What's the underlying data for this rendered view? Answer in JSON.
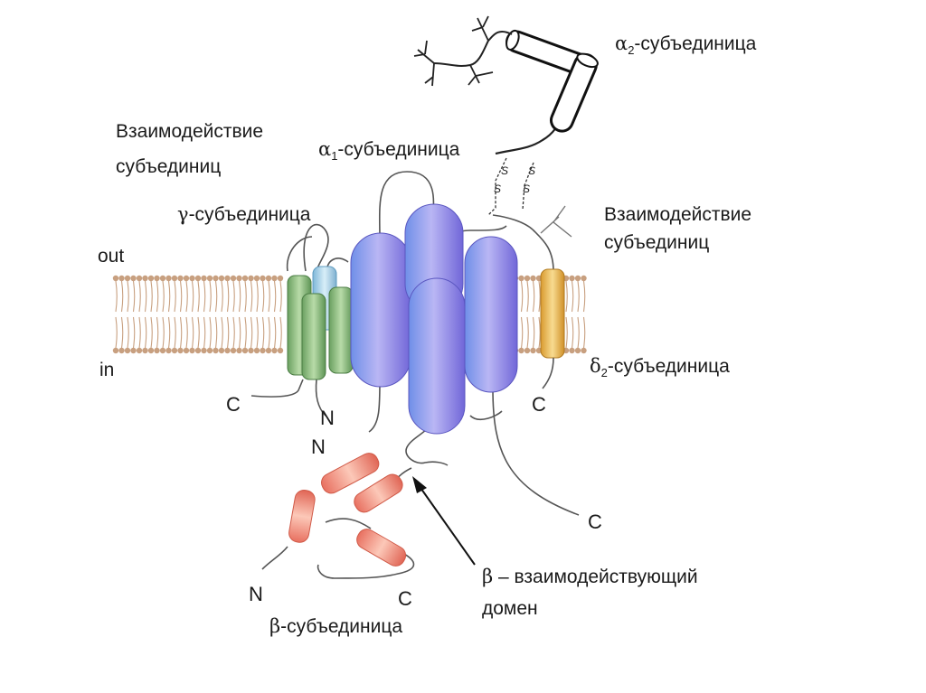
{
  "labels": {
    "alpha2": {
      "greek": "α",
      "sub": "2",
      "text": "-субъединица"
    },
    "alpha1": {
      "greek": "α",
      "sub": "1",
      "text": "-субъединица"
    },
    "gamma": {
      "greek": "γ",
      "text": "-субъединица"
    },
    "delta2": {
      "greek": "δ",
      "sub": "2",
      "text": "-субъединица"
    },
    "beta": {
      "greek": "β",
      "text": "-субъединица"
    },
    "interaction_left": [
      "Взаимодействие",
      "субъединиц"
    ],
    "interaction_right": [
      "Взаимодействие",
      "субъединиц"
    ],
    "beta_domain": {
      "greek": "β",
      "line1": " – взаимодействующий",
      "line2": "домен"
    },
    "out": "out",
    "in": "in",
    "disulfide": "S",
    "termini": {
      "gamma_c": "C",
      "gamma_n": "N",
      "alpha_n": "N",
      "delta_c": "C",
      "alpha_c": "C",
      "beta_n": "N",
      "beta_c": "C"
    }
  },
  "colors": {
    "membrane": "#c8a080",
    "gamma_helix": "#7fae6a",
    "gamma_helix_light": "#a9cde0",
    "alpha1_domain": "#8f8ae6",
    "delta2_helix": "#e8b450",
    "beta_helix": "#f0887a",
    "line": "#555555"
  }
}
